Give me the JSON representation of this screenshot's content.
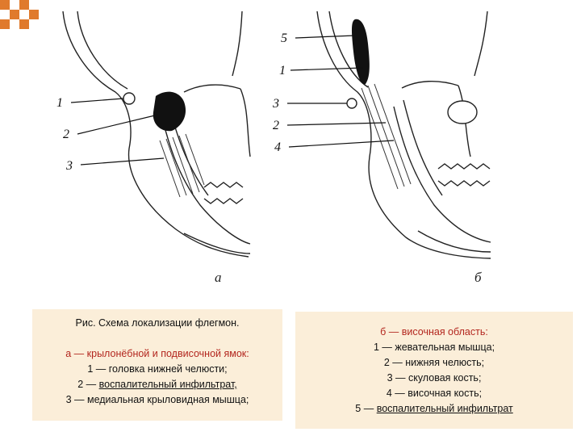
{
  "figure": {
    "left_labels": [
      "1",
      "2",
      "3"
    ],
    "right_labels": [
      "5",
      "1",
      "3",
      "2",
      "4"
    ],
    "panel_a": "а",
    "panel_b": "б"
  },
  "caption_left": {
    "title": "Рис. Схема локализации флегмон.",
    "heading": "а — крылонёбной и подвисочной ямок:",
    "item1": "1 — головка нижней челюсти;",
    "item2_prefix": "2 — ",
    "item2_text": "воспалительный инфильтрат,",
    "item3": "3 — медиальная крыловидная мышца;"
  },
  "caption_right": {
    "heading": "б — височная область:",
    "item1": "1 — жевательная мышца;",
    "item2": "2 — нижняя челюсть;",
    "item3": "3 — скуловая кость;",
    "item4": "4 — височная кость;",
    "item5_prefix": "5 — ",
    "item5_text": "воспалительный инфильтрат"
  },
  "colors": {
    "accent": "#e07a2c",
    "caption_bg": "#fbeed9",
    "caption_red": "#b3261e"
  }
}
